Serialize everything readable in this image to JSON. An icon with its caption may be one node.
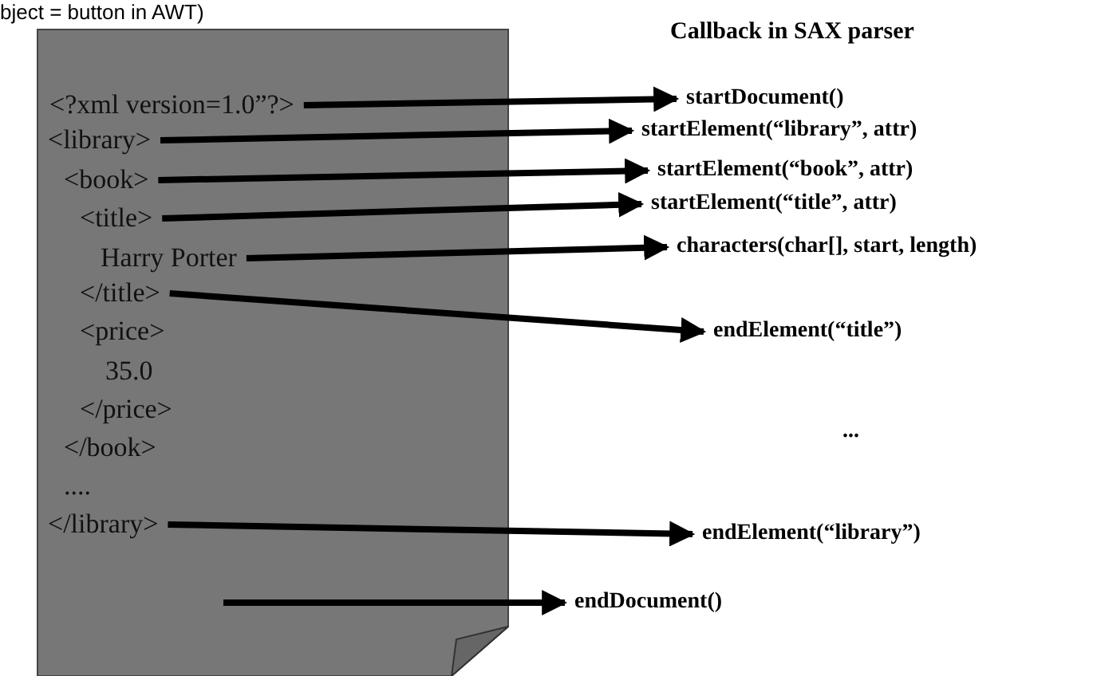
{
  "diagram": {
    "title": "Callback in SAX parser",
    "nodes": [
      {
        "text": [],
        "shape": "box"
      },
      {
        "text": [
          "<?xml version=1.0”?>"
        ],
        "in": 0
      },
      {
        "text": [
          "<library>"
        ],
        "in": 0
      },
      {
        "text": [
          "<book>"
        ],
        "in": 0
      },
      {
        "text": [
          "<title>"
        ],
        "in": 0
      },
      {
        "text": [
          "Harry Porter"
        ],
        "in": 0
      },
      {
        "text": [
          "</title>"
        ],
        "in": 0
      },
      {
        "text": [
          "<price>"
        ],
        "in": 0
      },
      {
        "text": [
          "35.0"
        ],
        "in": 0
      },
      {
        "text": [
          "</price>"
        ],
        "in": 0
      },
      {
        "text": [
          "</book>"
        ],
        "in": 0
      },
      {
        "text": [
          "...."
        ],
        "in": 0
      },
      {
        "text": [
          "</library>"
        ],
        "in": 0
      },
      {
        "text": [
          "startDocument()"
        ]
      },
      {
        "text": [
          "startElement(“library”, attr)"
        ]
      },
      {
        "text": [
          "startElement(“book”, attr)"
        ]
      },
      {
        "text": [
          "startElement(“title”, attr)"
        ]
      },
      {
        "text": [
          "characters(char[], start, length)"
        ]
      },
      {
        "text": [
          "endElement(“title”)"
        ]
      },
      {
        "text": [
          "endElement(“library”)"
        ]
      },
      {
        "text": [
          "endDocument()"
        ]
      }
    ],
    "edges": [
      {
        "from": 1,
        "to": 13,
        "arrow": "to"
      },
      {
        "from": 2,
        "to": 14,
        "arrow": "to"
      },
      {
        "from": 3,
        "to": 15,
        "arrow": "to"
      },
      {
        "from": 4,
        "to": 16,
        "arrow": "to"
      },
      {
        "from": 5,
        "to": 17,
        "arrow": "to"
      },
      {
        "from": 6,
        "to": 18,
        "arrow": "to"
      },
      {
        "from": 12,
        "to": 19,
        "arrow": "to"
      },
      {
        "from": null,
        "to": 20,
        "arrow": "to"
      }
    ],
    "labels": [
      "bject = button in AWT)",
      "..."
    ]
  }
}
